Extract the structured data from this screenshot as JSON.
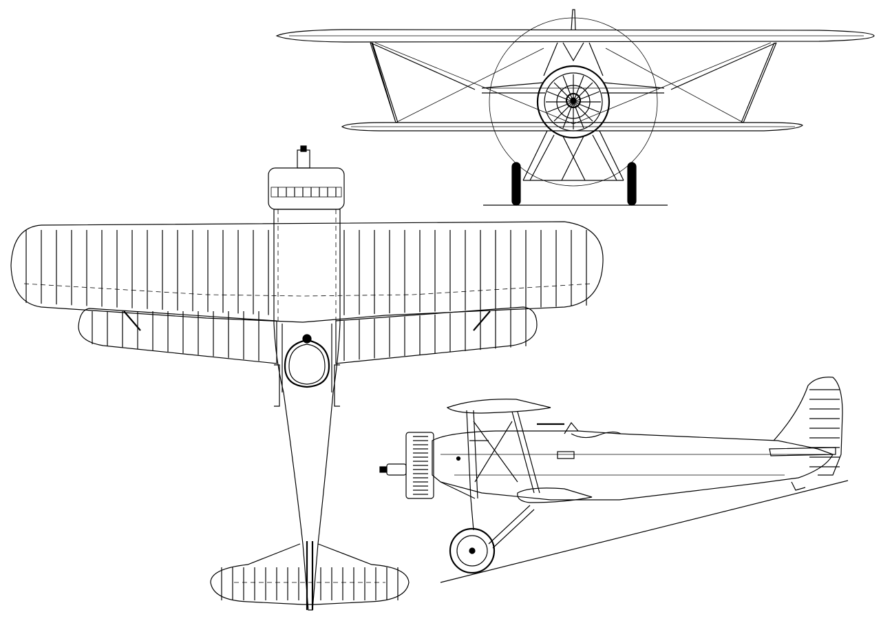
{
  "drawing": {
    "views": [
      {
        "id": "front-view"
      },
      {
        "id": "top-view"
      },
      {
        "id": "side-view"
      }
    ],
    "line_color": "#000000",
    "background_color": "#ffffff"
  }
}
